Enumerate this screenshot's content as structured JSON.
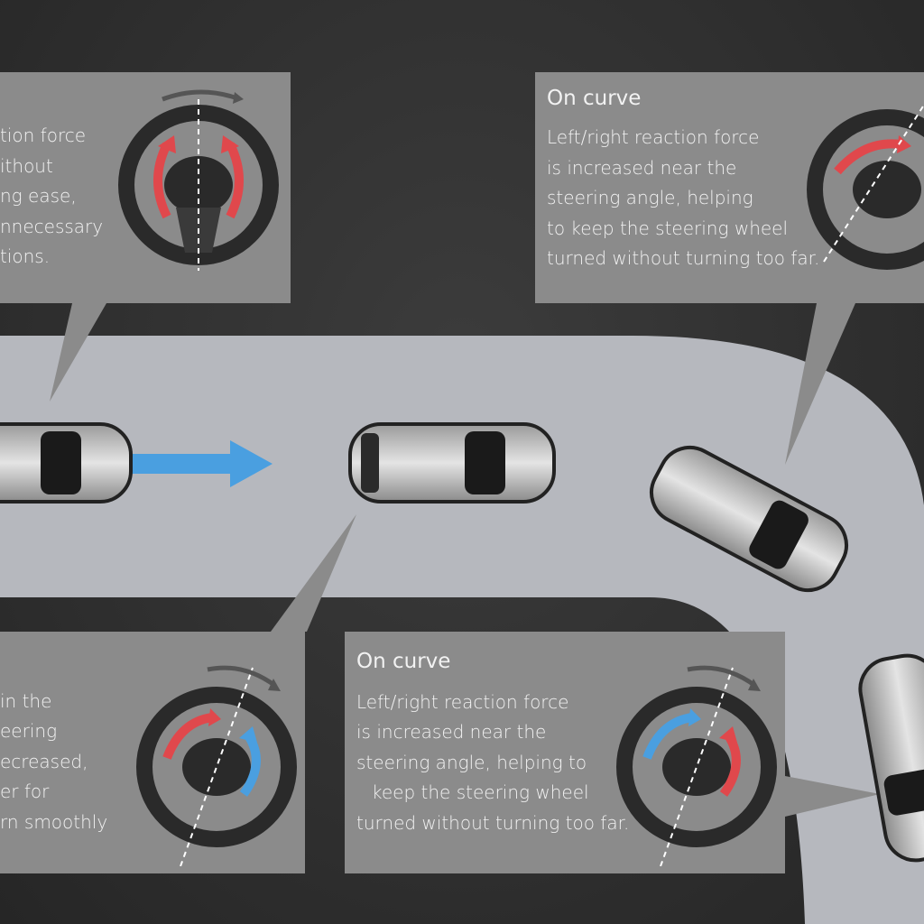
{
  "panels": [
    {
      "id": "top-left",
      "lines": [
        "tion force",
        "ithout",
        "ng ease,",
        "nnecessary",
        "tions."
      ]
    },
    {
      "id": "top-right",
      "title": "On curve",
      "lines": [
        "Left/right reaction force",
        "is increased near the",
        "steering angle, helping",
        "to keep the steering wheel",
        "turned without turning too far."
      ]
    },
    {
      "id": "bottom-left",
      "lines": [
        "in the",
        "eering",
        "ecreased,",
        "er for",
        "rn smoothly"
      ]
    },
    {
      "id": "bottom-right",
      "title": "On curve",
      "lines": [
        "Left/right reaction force",
        "is increased near the",
        "steering angle, helping to",
        "keep the steering wheel",
        "turned without turning too far."
      ]
    }
  ],
  "colors": {
    "background": "#2e2e2e",
    "road": "#b6b8be",
    "panel": "#8b8b8b",
    "arrow_blue": "#4a9fe0",
    "arrow_red": "#e0484c"
  }
}
